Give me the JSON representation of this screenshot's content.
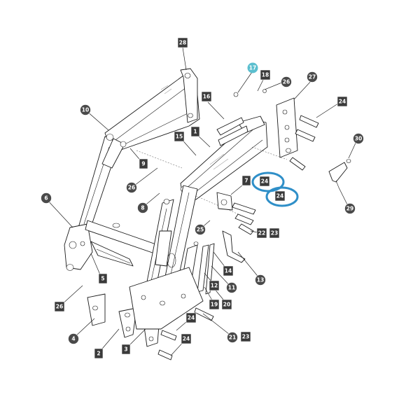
{
  "diagram": {
    "callouts": [
      {
        "id": "c28",
        "label": "28",
        "shape": "box"
      },
      {
        "id": "c17",
        "label": "17",
        "shape": "circle",
        "highlight": true
      },
      {
        "id": "c18",
        "label": "18",
        "shape": "box"
      },
      {
        "id": "c26a",
        "label": "26",
        "shape": "circle"
      },
      {
        "id": "c27",
        "label": "27",
        "shape": "circle"
      },
      {
        "id": "c16",
        "label": "16",
        "shape": "box"
      },
      {
        "id": "c24a",
        "label": "24",
        "shape": "box"
      },
      {
        "id": "c10",
        "label": "10",
        "shape": "circle"
      },
      {
        "id": "c1",
        "label": "1",
        "shape": "box"
      },
      {
        "id": "c15",
        "label": "15",
        "shape": "box"
      },
      {
        "id": "c30",
        "label": "30",
        "shape": "circle"
      },
      {
        "id": "c9",
        "label": "9",
        "shape": "box"
      },
      {
        "id": "c26b",
        "label": "26",
        "shape": "circle"
      },
      {
        "id": "c7",
        "label": "7",
        "shape": "box"
      },
      {
        "id": "c24b",
        "label": "24",
        "shape": "box"
      },
      {
        "id": "c24c",
        "label": "24",
        "shape": "box"
      },
      {
        "id": "c6",
        "label": "6",
        "shape": "circle"
      },
      {
        "id": "c8",
        "label": "8",
        "shape": "circle"
      },
      {
        "id": "c29",
        "label": "29",
        "shape": "circle"
      },
      {
        "id": "c25",
        "label": "25",
        "shape": "circle"
      },
      {
        "id": "c22",
        "label": "22",
        "shape": "box"
      },
      {
        "id": "c23a",
        "label": "23",
        "shape": "box"
      },
      {
        "id": "c14",
        "label": "14",
        "shape": "box"
      },
      {
        "id": "c5",
        "label": "5",
        "shape": "box"
      },
      {
        "id": "c13",
        "label": "13",
        "shape": "circle"
      },
      {
        "id": "c12",
        "label": "12",
        "shape": "box"
      },
      {
        "id": "c11",
        "label": "11",
        "shape": "circle"
      },
      {
        "id": "c26c",
        "label": "26",
        "shape": "box"
      },
      {
        "id": "c19",
        "label": "19",
        "shape": "box"
      },
      {
        "id": "c20",
        "label": "20",
        "shape": "box"
      },
      {
        "id": "c24d",
        "label": "24",
        "shape": "box"
      },
      {
        "id": "c4",
        "label": "4",
        "shape": "circle"
      },
      {
        "id": "c21",
        "label": "21",
        "shape": "circle"
      },
      {
        "id": "c23b",
        "label": "23",
        "shape": "box"
      },
      {
        "id": "c24e",
        "label": "24",
        "shape": "box"
      },
      {
        "id": "c2",
        "label": "2",
        "shape": "box"
      },
      {
        "id": "c3",
        "label": "3",
        "shape": "box"
      }
    ],
    "highlight_color": "#2f8fc8",
    "callout_color": "#3a3a3a",
    "highlight_callout_color": "#5bbfcf"
  }
}
